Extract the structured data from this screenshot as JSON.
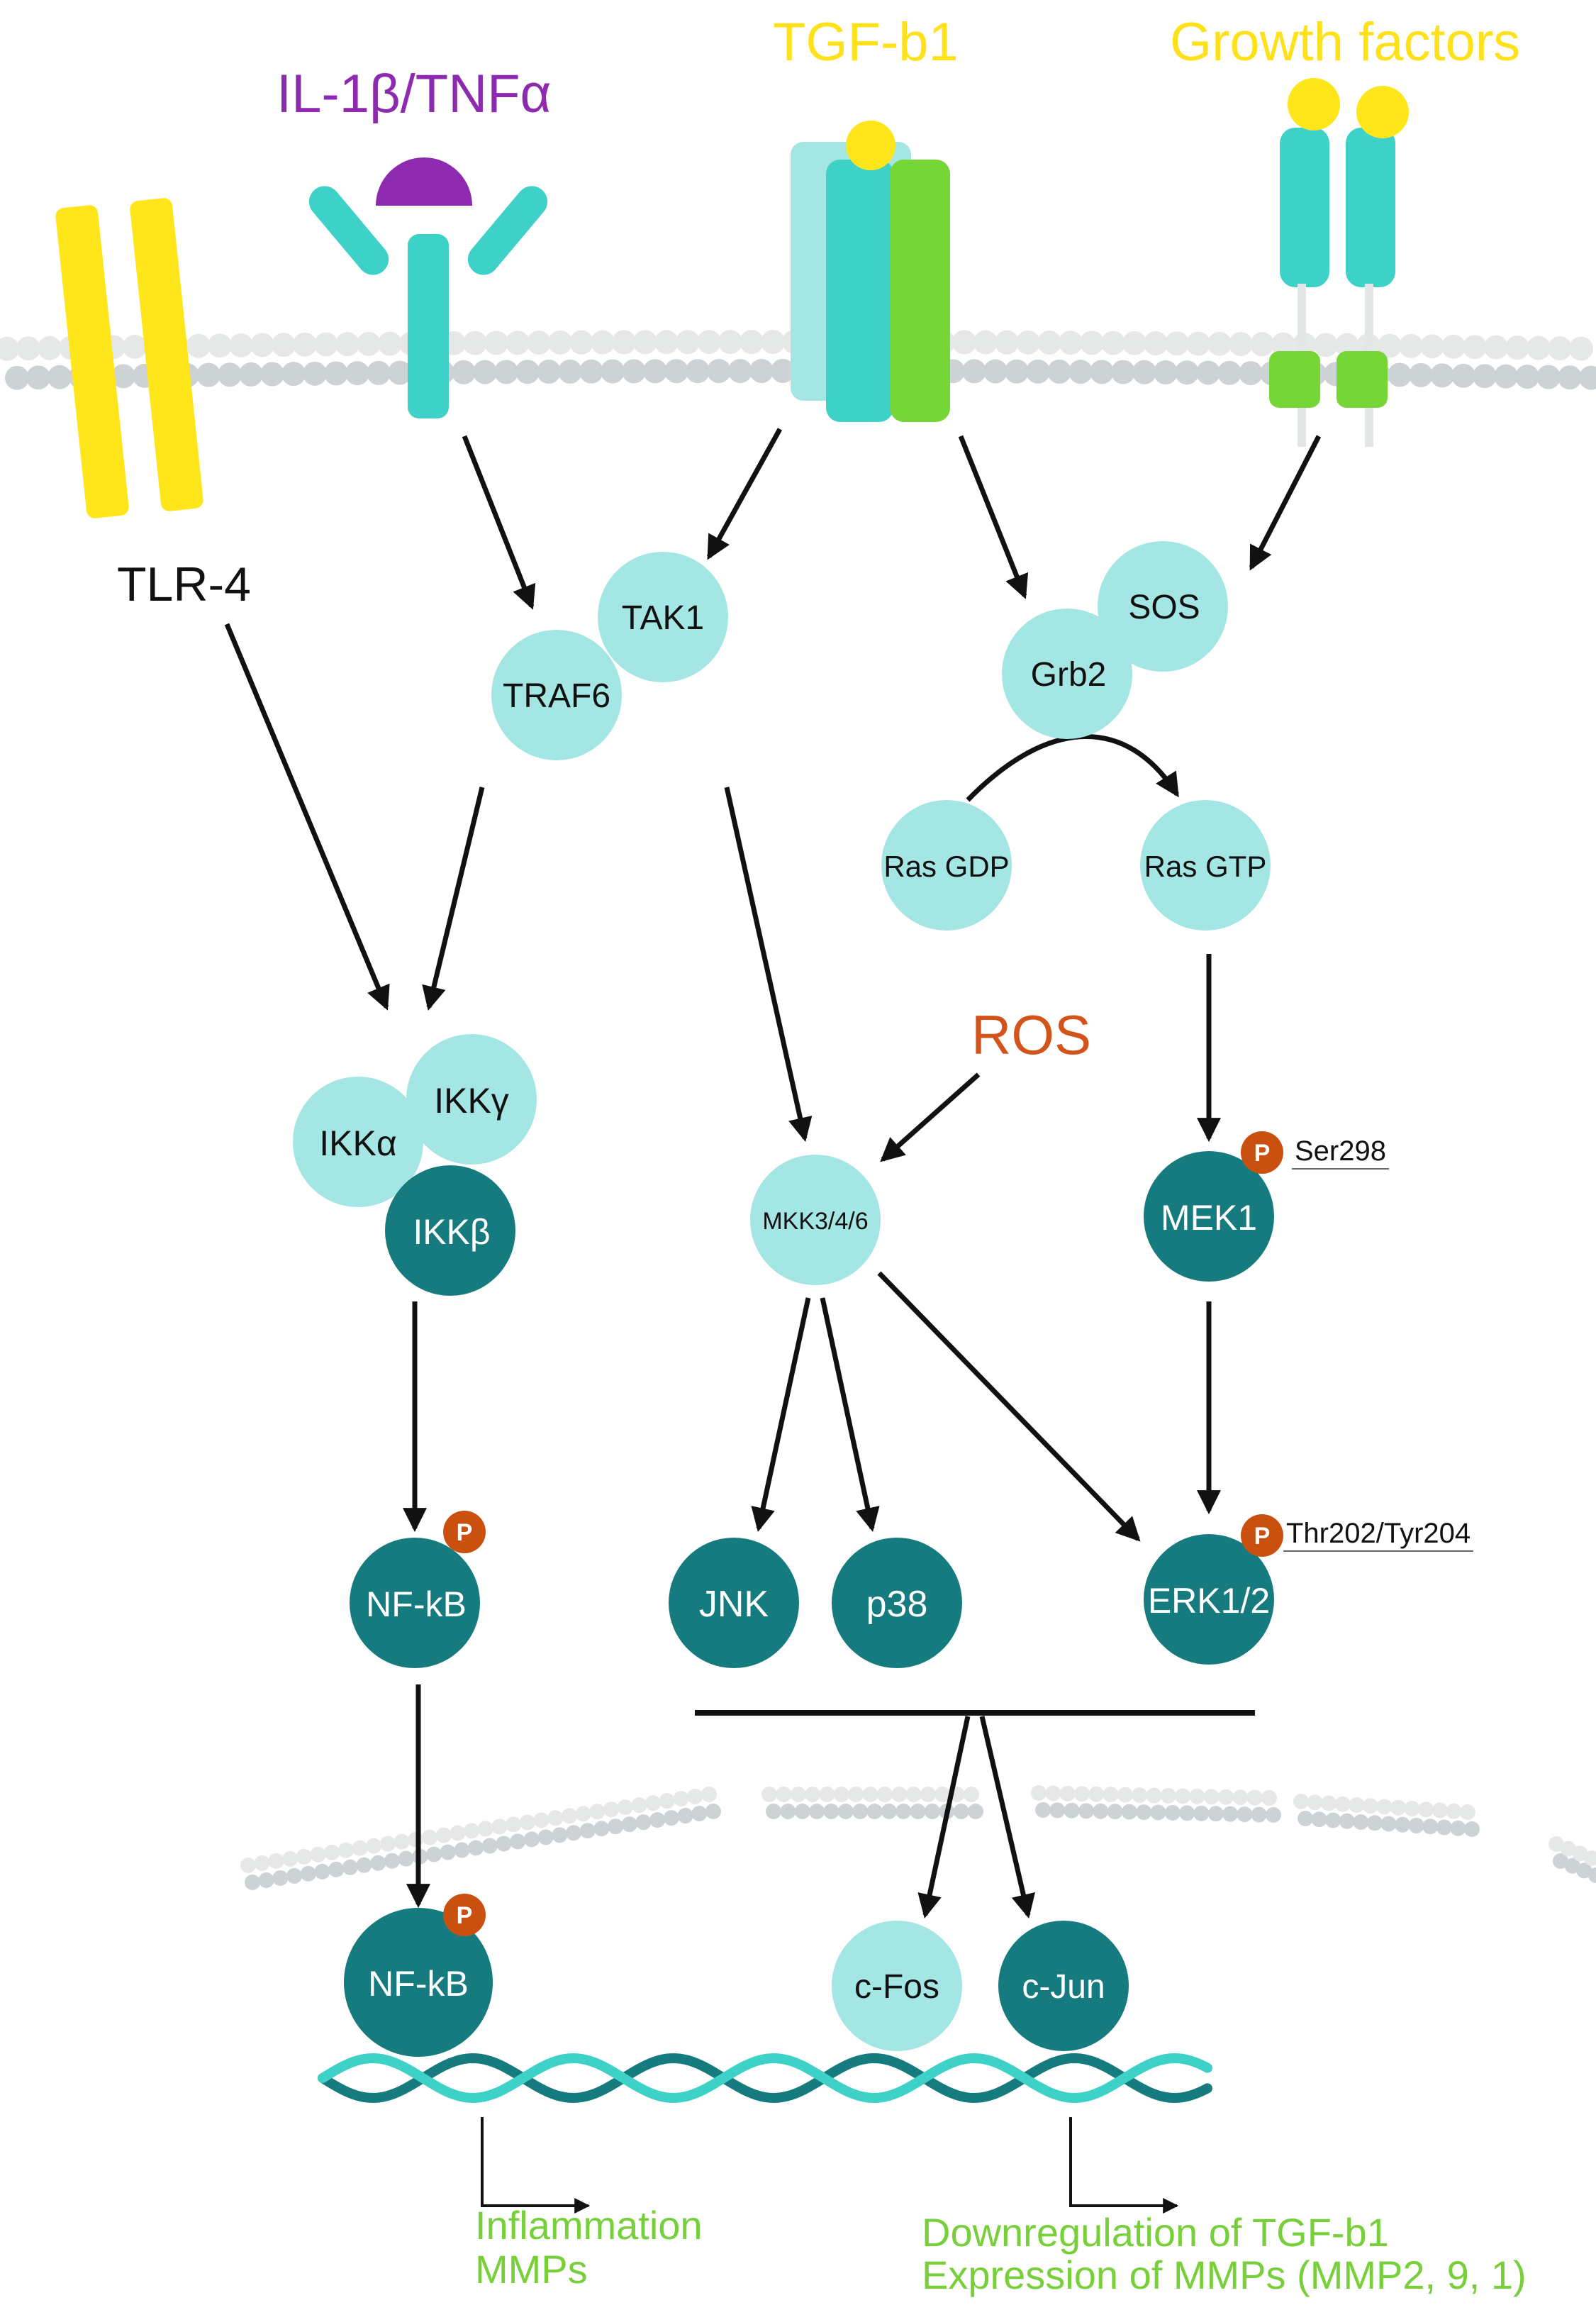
{
  "ligands": {
    "il1_tnf": "IL-1β/TNFα",
    "tgf": "TGF-b1",
    "growth": "Growth factors"
  },
  "receptors": {
    "tlr4": "TLR-4"
  },
  "proteins": {
    "tak1": "TAK1",
    "traf6": "TRAF6",
    "sos": "SOS",
    "grb2": "Grb2",
    "ras_gdp": "Ras GDP",
    "ras_gtp": "Ras GTP",
    "ros": "ROS",
    "ikk_alpha": "IKKα",
    "ikk_gamma": "IKKγ",
    "ikk_beta": "IKKβ",
    "mkk": "MKK3/4/6",
    "mek1": "MEK1",
    "nfkb_cyto": "NF-kB",
    "jnk": "JNK",
    "p38": "p38",
    "erk": "ERK1/2",
    "nfkb_nuc": "NF-kB",
    "cfos": "c-Fos",
    "cjun": "c-Jun"
  },
  "phospho": {
    "badge": "P",
    "mek1_site": "Ser298",
    "erk_site": "Thr202/Tyr204"
  },
  "outcomes": {
    "left_line1": "Inflammation",
    "left_line2": "MMPs",
    "right_line1": "Downregulation of TGF-b1",
    "right_line2": "Expression of MMPs (MMP2, 9, 1)"
  },
  "colors": {
    "light_node": "#A3E6E4",
    "dark_node": "#157B7F",
    "receptor_teal": "#3DD1C8",
    "receptor_yellow": "#FFE61A",
    "receptor_green": "#77D637",
    "ligand_purple": "#8E2AB0",
    "phospho_orange": "#C9500F",
    "ros_orange": "#D2541A",
    "outcome_green": "#77CF3A",
    "membrane_grey": "#D8DCDD"
  }
}
